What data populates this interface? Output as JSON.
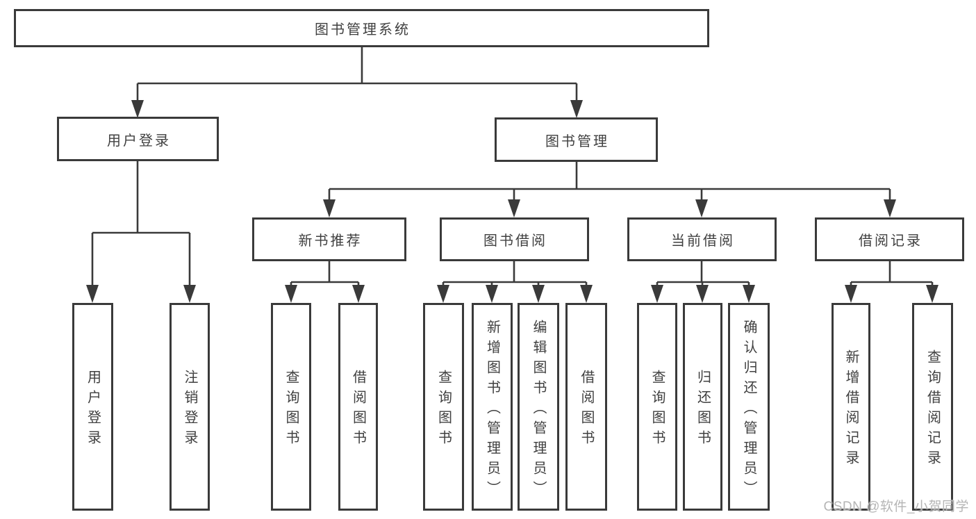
{
  "tree": {
    "root": {
      "label": "图书管理系统",
      "children": [
        {
          "label": "用户登录",
          "children": [
            {
              "label": "用户登录"
            },
            {
              "label": "注销登录"
            }
          ]
        },
        {
          "label": "图书管理",
          "children": [
            {
              "label": "新书推荐",
              "children": [
                {
                  "label": "查询图书"
                },
                {
                  "label": "借阅图书"
                }
              ]
            },
            {
              "label": "图书借阅",
              "children": [
                {
                  "label": "查询图书"
                },
                {
                  "label": "新增图书（管理员）"
                },
                {
                  "label": "编辑图书（管理员）"
                },
                {
                  "label": "借阅图书"
                }
              ]
            },
            {
              "label": "当前借阅",
              "children": [
                {
                  "label": "查询图书"
                },
                {
                  "label": "归还图书"
                },
                {
                  "label": "确认归还（管理员）"
                }
              ]
            },
            {
              "label": "借阅记录",
              "children": [
                {
                  "label": "新增借阅记录"
                },
                {
                  "label": "查询借阅记录"
                }
              ]
            }
          ]
        }
      ]
    }
  },
  "watermark": {
    "text": "CSDN @软件_小贺同学"
  },
  "colors": {
    "line": "#3a3a3a",
    "text": "#404040",
    "watermark": "#b5b5b5",
    "background": "#ffffff"
  }
}
